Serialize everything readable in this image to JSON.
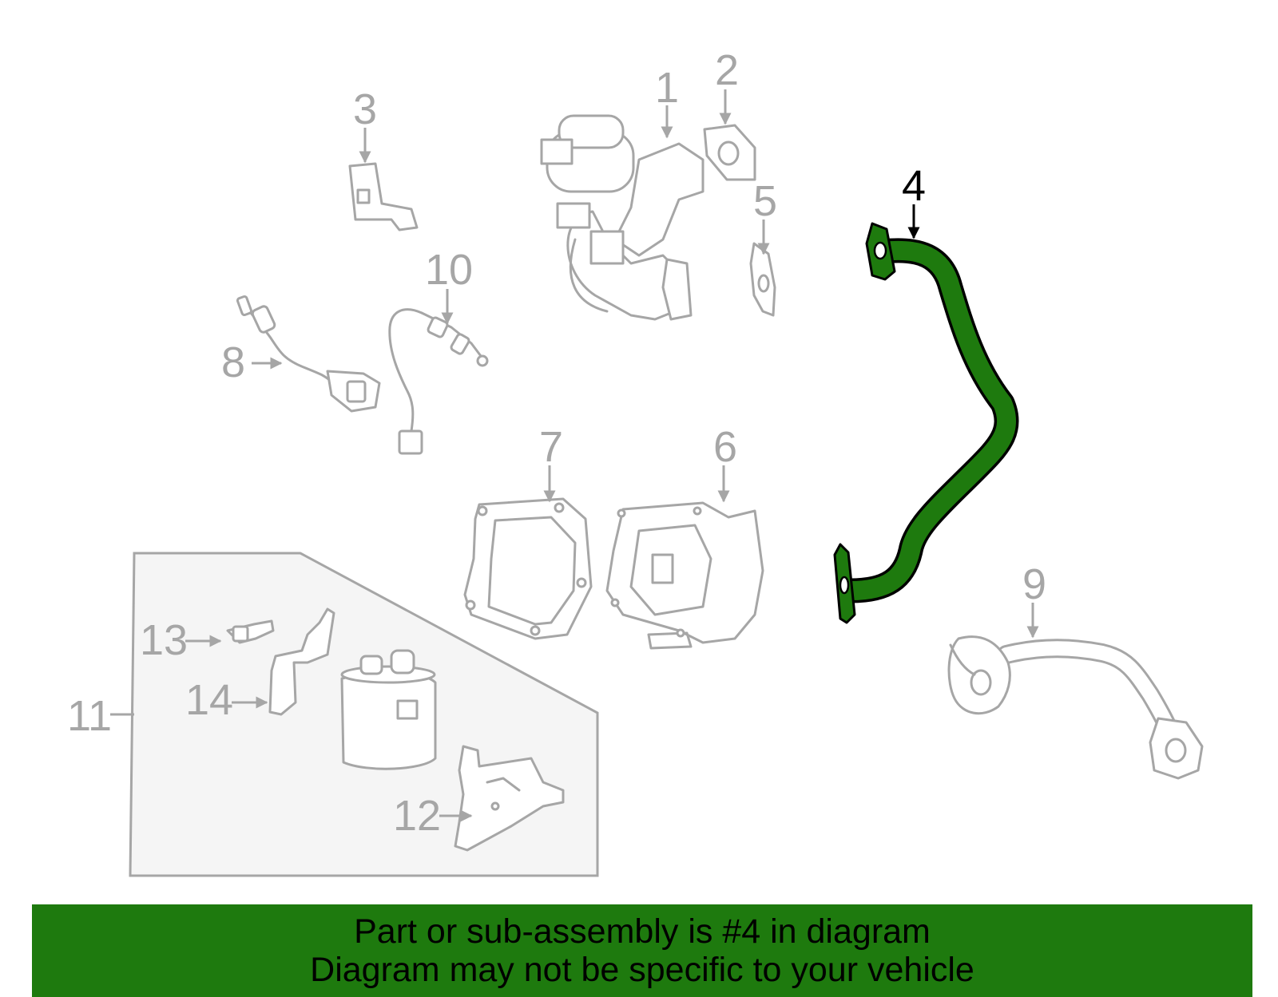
{
  "callouts": {
    "c1": "1",
    "c2": "2",
    "c3": "3",
    "c4": "4",
    "c5": "5",
    "c6": "6",
    "c7": "7",
    "c8": "8",
    "c9": "9",
    "c10": "10",
    "c11": "11",
    "c12": "12",
    "c13": "13",
    "c14": "14"
  },
  "highlight": {
    "part": "4",
    "color": "#1e7a0e"
  },
  "banner": {
    "line1": "Part or sub-assembly is #4 in diagram",
    "line2": "Diagram may not be specific to your vehicle",
    "color": "#1e7a0e"
  }
}
